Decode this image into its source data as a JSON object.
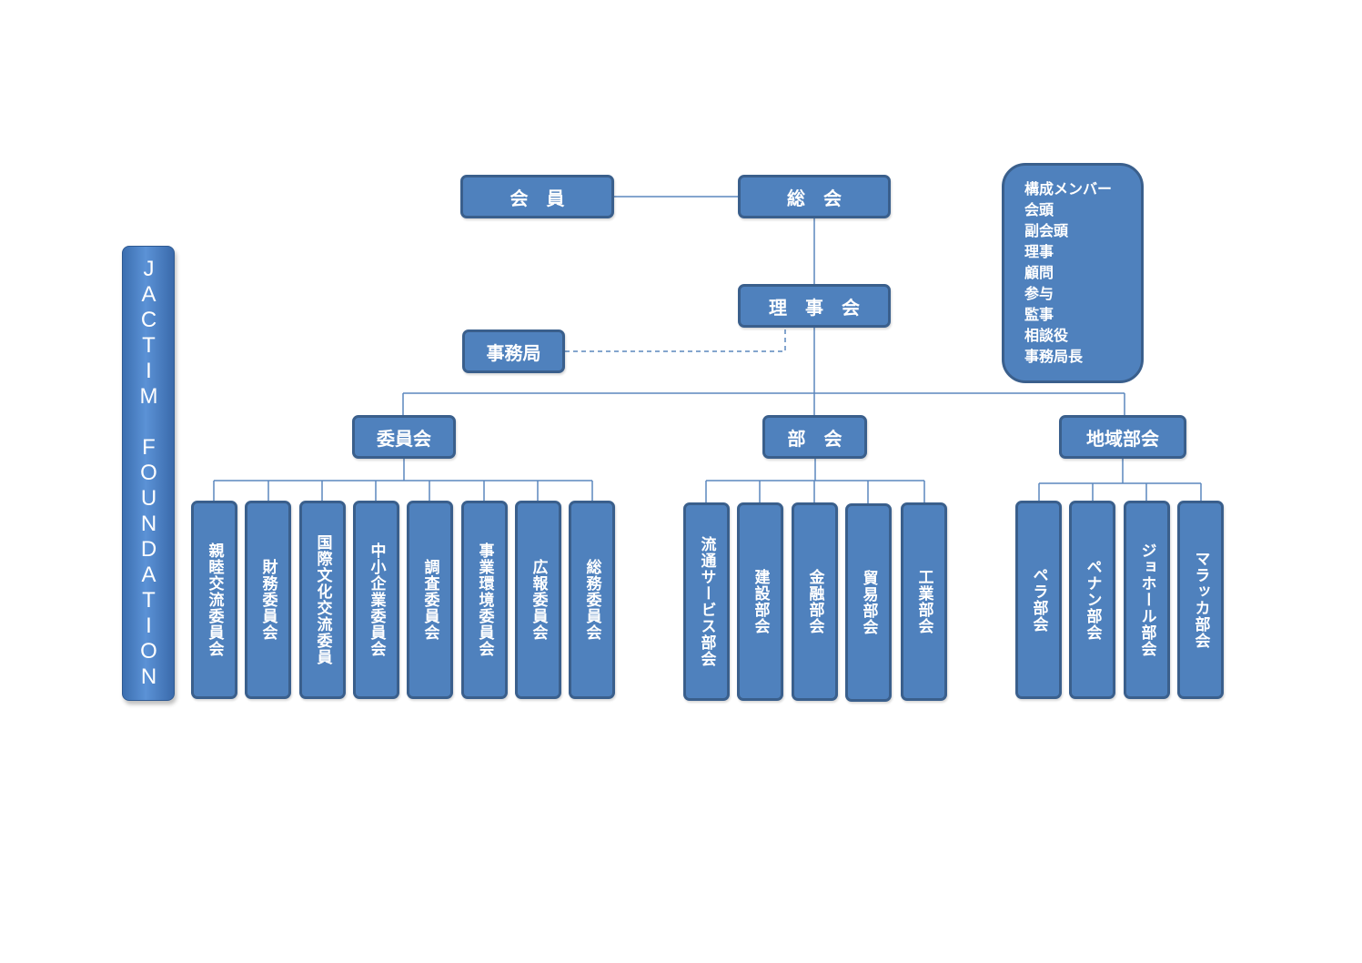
{
  "side_title": "JACTIM FOUNDATION",
  "top": {
    "kaiin": "会　員",
    "soukai": "総　会",
    "rijikai": "理　事　会",
    "jimukyoku": "事務局"
  },
  "members_panel": {
    "title": "構成メンバー",
    "items": [
      "会頭",
      "副会頭",
      "理事",
      "顧問",
      "参与",
      "監事",
      "相談役",
      "事務局長"
    ]
  },
  "groups": {
    "iinkai": {
      "label": "委員会",
      "children": [
        "親睦交流委員会",
        "財務委員会",
        "国際文化交流委員",
        "中小企業委員会",
        "調査委員会",
        "事業環境委員会",
        "広報委員会",
        "総務委員会"
      ]
    },
    "bukai": {
      "label": "部　会",
      "children": [
        "流通サービス部会",
        "建設部会",
        "金融部会",
        "貿易部会",
        "工業部会"
      ]
    },
    "chiiki": {
      "label": "地域部会",
      "children": [
        "ペラ部会",
        "ペナン部会",
        "ジョホール部会",
        "マラッカ部会"
      ]
    }
  },
  "colors": {
    "box_fill": "#4f81bd",
    "box_border": "#3a5f8c",
    "line": "#5b87bd"
  }
}
